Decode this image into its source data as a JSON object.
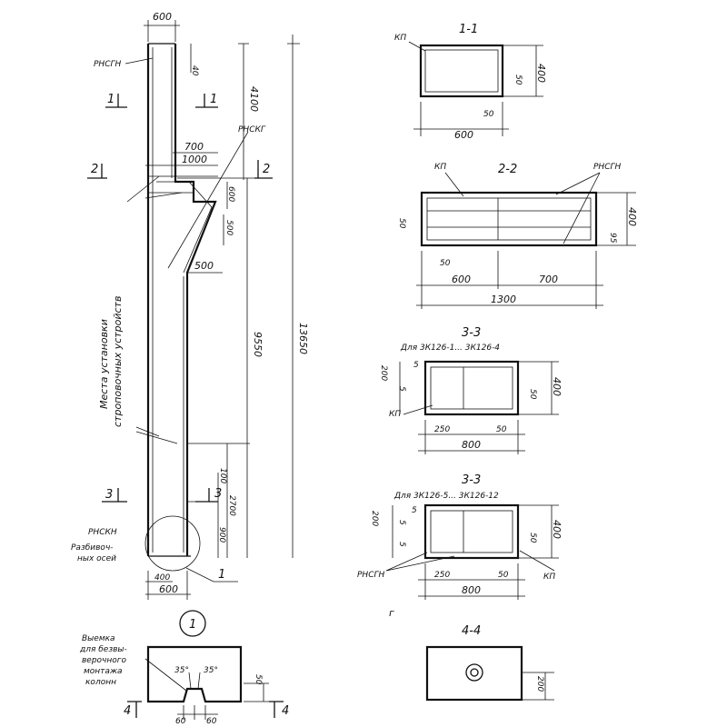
{
  "column": {
    "dim_top_width": "600",
    "dim_top_offset": "40",
    "dim_upper_height": "4100",
    "dim_total_height": "13650",
    "dim_lower_height": "9550",
    "dim_console_700": "700",
    "dim_console_1000": "1000",
    "dim_600v": "600",
    "dim_500v": "500",
    "dim_500h": "500",
    "dim_100": "100",
    "dim_2700": "2700",
    "dim_900": "900",
    "dim_400": "400",
    "dim_bottom_600": "600",
    "label_rnsgn": "РНСГН",
    "label_rnskn": "РНСКН",
    "label_rnskg": "РНСКГ",
    "label_vertical": "Места установки",
    "label_vertical2": "строповочных устройств",
    "label_axes1": "Разбивоч-",
    "label_axes2": "ных осей",
    "sec_mark_1": "1",
    "sec_mark_2": "2",
    "sec_mark_3": "3",
    "detail_mark": "1"
  },
  "section_1_1": {
    "title": "1-1",
    "label_kp": "КП",
    "dim_width": "600",
    "dim_height": "400",
    "dim_50a": "50",
    "dim_50b": "50"
  },
  "section_2_2": {
    "title": "2-2",
    "label_kp": "КП",
    "label_rnsgn": "РНСГН",
    "dim_50": "50",
    "dim_50b": "50",
    "dim_400": "400",
    "dim_95": "95",
    "dim_600": "600",
    "dim_700": "700",
    "dim_1300": "1300"
  },
  "section_3_3a": {
    "title": "3-3",
    "subtitle": "Для 3К126-1... 3К126-4",
    "label_kp": "КП",
    "dim_200": "200",
    "dim_5a": "5",
    "dim_5b": "5",
    "dim_50": "50",
    "dim_400": "400",
    "dim_250": "250",
    "dim_50b": "50",
    "dim_800": "800"
  },
  "section_3_3b": {
    "title": "3-3",
    "subtitle": "Для 3К126-5... 3К126-12",
    "label_rnsgn": "РНСГН",
    "label_kp": "КП",
    "dim_200": "200",
    "dim_5a": "5",
    "dim_5b": "5",
    "dim_5c": "5",
    "dim_50": "50",
    "dim_400": "400",
    "dim_250": "250",
    "dim_50b": "50",
    "dim_800": "800"
  },
  "detail_1": {
    "note1": "Выемка",
    "note2": "для безвы-",
    "note3": "верочного",
    "note4": "монтажа",
    "note5": "колонн",
    "dim_35a": "35°",
    "dim_35b": "35°",
    "dim_50": "50",
    "dim_60a": "60",
    "dim_60b": "60",
    "mark_4a": "4",
    "mark_4b": "4"
  },
  "section_4_4": {
    "title": "4-4",
    "dim_200": "200"
  }
}
